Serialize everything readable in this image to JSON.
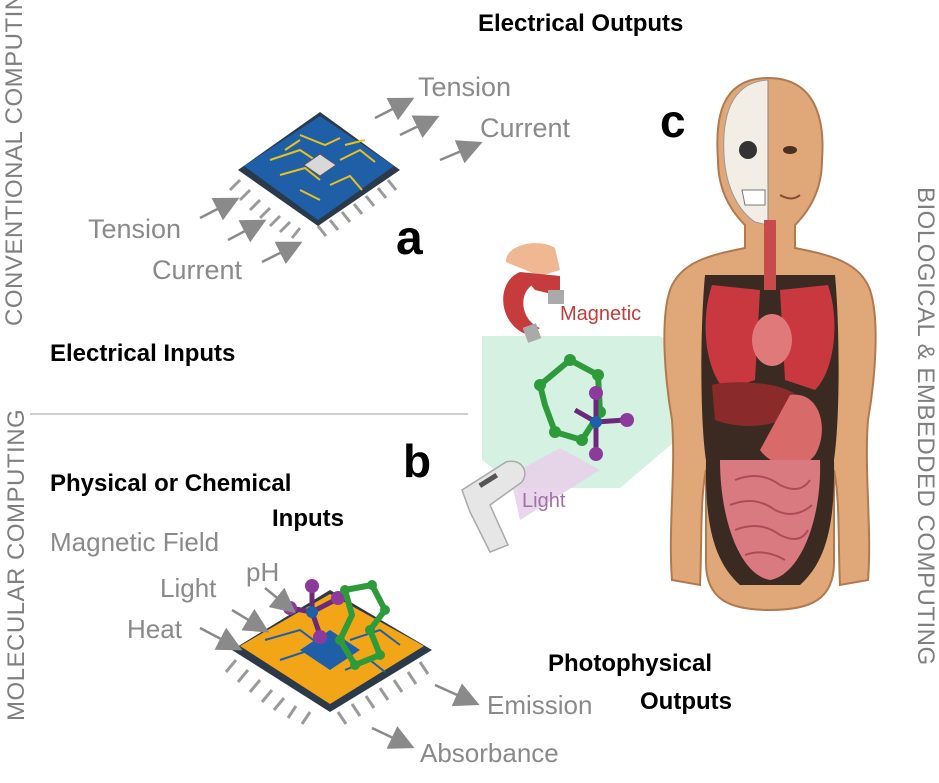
{
  "side_labels": {
    "conventional": "CONVENTIONAL COMPUTING",
    "molecular": "MOLECULAR COMPUTING",
    "biological": "BIOLOGICAL & EMBEDDED COMPUTING"
  },
  "panel_a": {
    "letter": "a",
    "outputs_title": "Electrical Outputs",
    "inputs_title": "Electrical Inputs",
    "out_tension": "Tension",
    "out_current": "Current",
    "in_tension": "Tension",
    "in_current": "Current"
  },
  "panel_b": {
    "letter": "b",
    "inputs_title_line1": "Physical or Chemical",
    "inputs_title_line2": "Inputs",
    "in_magnetic": "Magnetic Field",
    "in_ph": "pH",
    "in_light": "Light",
    "in_heat": "Heat",
    "outputs_title_line1": "Photophysical",
    "outputs_title_line2": "Outputs",
    "out_emission": "Emission",
    "out_absorbance": "Absorbance"
  },
  "panel_c": {
    "letter": "c",
    "magnetic": "Magnetic",
    "light": "Light"
  },
  "colors": {
    "chip_blue": "#1f5fa8",
    "chip_orange": "#f2a516",
    "molecule_green": "#2e9b3a",
    "molecule_purple": "#8e3a9c",
    "highlight_green": "#cdeedd",
    "label_gray": "#8a8a8a"
  }
}
